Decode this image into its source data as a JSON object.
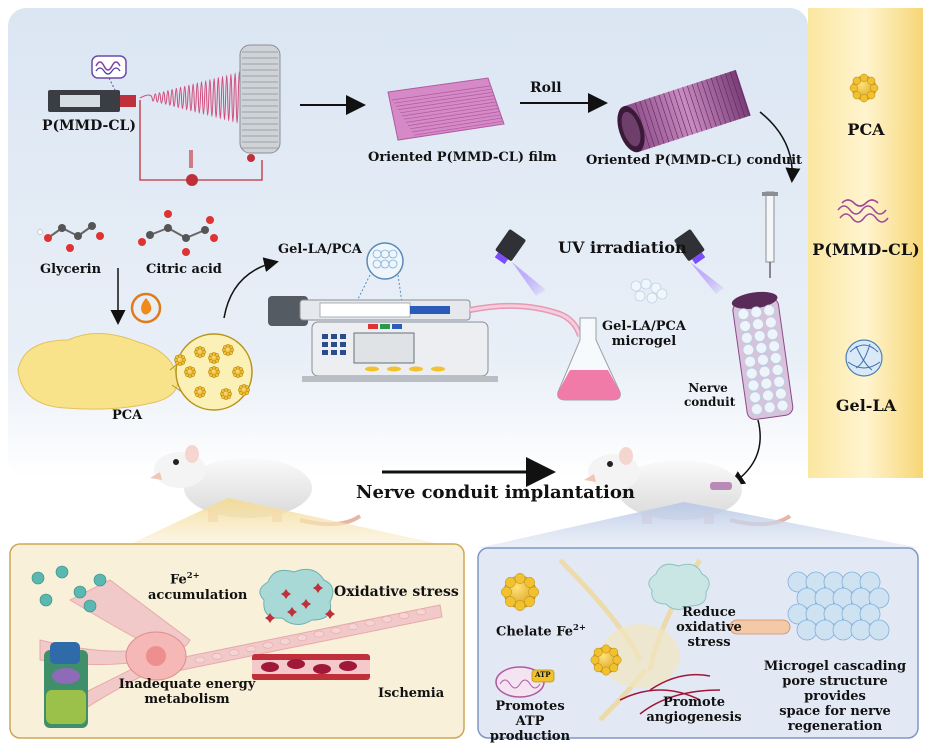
{
  "top_section": {
    "pmmd_cl_label": "P(MMD-CL)",
    "film_label": "Oriented P(MMD-CL) film",
    "roll_label": "Roll",
    "conduit_label": "Oriented P(MMD-CL) conduit"
  },
  "middle_section": {
    "glycerin_label": "Glycerin",
    "citric_acid_label": "Citric acid",
    "gel_la_pca_label": "Gel-LA/PCA",
    "uv_label": "UV irradiation",
    "microgel_label": "Gel-LA/PCA\nmicrogel",
    "pca_label": "PCA",
    "nerve_conduit_label": "Nerve\nconduit"
  },
  "legend": {
    "items": [
      {
        "label": "PCA"
      },
      {
        "label": "P(MMD-CL)"
      },
      {
        "label": "Gel-LA"
      }
    ]
  },
  "implantation_label": "Nerve conduit implantation",
  "left_panel": {
    "fe_accumulation": "accumulation",
    "fe_ion": "Fe",
    "fe_charge": "2+",
    "oxidative_stress": "Oxidative stress",
    "energy_metabolism": "Inadequate energy\nmetabolism",
    "ischemia": "Ischemia"
  },
  "right_panel": {
    "chelate_prefix": "Chelate Fe",
    "chelate_charge": "2+",
    "reduce_stress": "Reduce\noxidative stress",
    "atp_badge": "ATP",
    "promote_atp": "Promotes ATP\nproduction",
    "angiogenesis": "Promote\nangiogenesis",
    "microgel_pore": "Microgel cascading\npore structure provides\nspace for nerve\nregeneration"
  },
  "colors": {
    "pca_yellow": "#f2c12e",
    "pmmd_purple": "#b85aa8",
    "gel_blue": "#7fb0dc",
    "uv_violet": "#7b4dff",
    "flask_pink": "#f07aa8",
    "left_panel_bg": "#f8eed6",
    "right_panel_bg": "#dfe7f3",
    "legend_bg": "#f8de8a"
  }
}
